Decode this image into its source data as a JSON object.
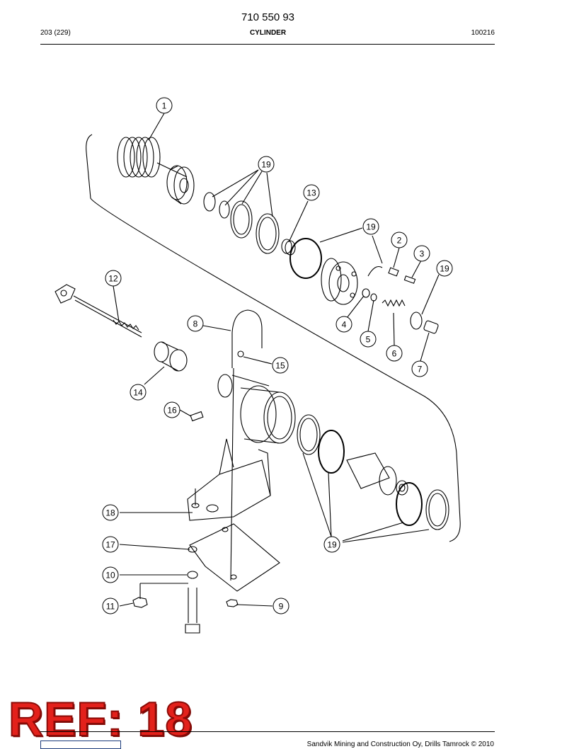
{
  "header": {
    "doc_number": "710 550 93",
    "page": "203 (229)",
    "title": "CYLINDER",
    "code": "100216"
  },
  "callouts": [
    "1",
    "19",
    "13",
    "19",
    "2",
    "3",
    "19",
    "12",
    "4",
    "5",
    "6",
    "7",
    "8",
    "15",
    "14",
    "16",
    "18",
    "17",
    "19",
    "10",
    "11",
    "9"
  ],
  "stamp": "REF: 18",
  "footer": {
    "copyright": "Sandvik Mining and Construction Oy, Drills Tamrock © 2010"
  }
}
